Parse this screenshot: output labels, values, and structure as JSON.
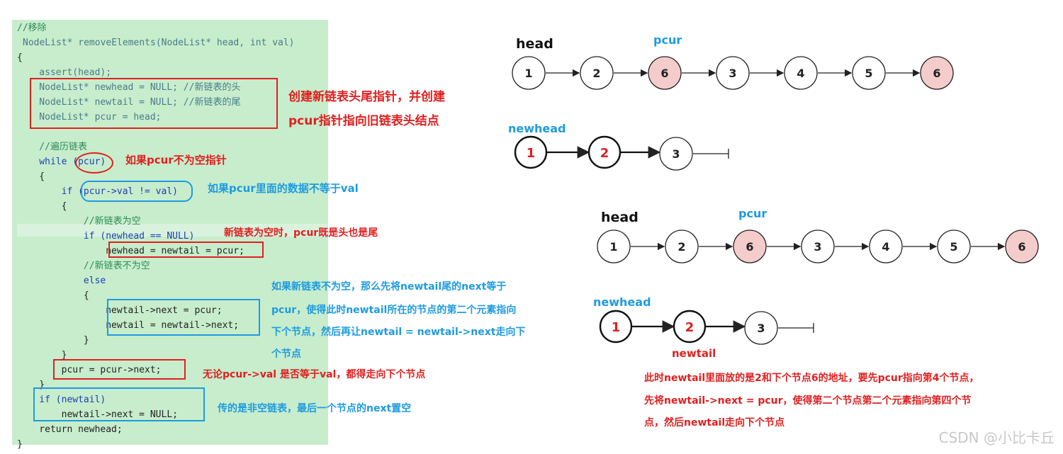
{
  "code": {
    "lines": [
      "//移除",
      "NodeList* removeElements(NodeList* head, int val)",
      "{",
      "    assert(head);",
      "    NodeList* newhead = NULL; //新链表的头",
      "    NodeList* newtail = NULL; //新链表的尾",
      "    NodeList* pcur = head;",
      "",
      "    //遍历链表",
      "    while (pcur)",
      "    {",
      "        if (pcur->val != val)",
      "        {",
      "            //新链表为空",
      "            if (newhead == NULL)",
      "                newhead = newtail = pcur;",
      "            //新链表不为空",
      "            else",
      "            {",
      "                newtail->next = pcur;",
      "                newtail = newtail->next;",
      "            }",
      "        }",
      "        pcur = pcur->next;",
      "    }",
      "    if (newtail)",
      "        newtail->next = NULL;",
      "    return newhead;",
      "}"
    ]
  },
  "notes": {
    "create_line1": "创建新链表头尾指针，并创建",
    "create_line2": "pcur指针指向旧链表头结点",
    "while_note": "如果pcur不为空指针",
    "if_note": "如果pcur里面的数据不等于val",
    "empty_note": "新链表为空时，pcur既是头也是尾",
    "else_line1": "如果新链表不为空，那么先将newtail尾的next等于",
    "else_line2": "pcur，使得此时newtail所在的节点的第二个元素指向",
    "else_line3": "下个节点，然后再让newtail = newtail->next走向下",
    "else_line4": "个节点",
    "advance_note": "无论pcur->val 是否等于val，都得走向下个节点",
    "tail_note": "传的是非空链表，最后一个节点的next置空"
  },
  "diagram1": {
    "head_label": "head",
    "pcur_label": "pcur",
    "nodes": [
      "1",
      "2",
      "6",
      "3",
      "4",
      "5",
      "6"
    ],
    "newhead_label": "newhead",
    "new_nodes": [
      "1",
      "2",
      "3"
    ]
  },
  "diagram2": {
    "head_label": "head",
    "pcur_label": "pcur",
    "nodes": [
      "1",
      "2",
      "6",
      "3",
      "4",
      "5",
      "6"
    ],
    "newhead_label": "newhead",
    "new_nodes": [
      "1",
      "2",
      "3"
    ],
    "newtail_label": "newtail"
  },
  "explanation": {
    "line1": "此时newtail里面放的是2和下个节点6的地址，要先pcur指向第4个节点，",
    "line2": "先将newtail->next = pcur，使得第二个节点第二个元素指向第四个节",
    "line3": "点，然后newtail走向下个节点"
  },
  "colors": {
    "code_bg": "#c7edcc",
    "red": "#e02020",
    "blue": "#1e9be0",
    "highlight_node": "#f4cccc"
  },
  "watermark": "CSDN @小比卡丘"
}
